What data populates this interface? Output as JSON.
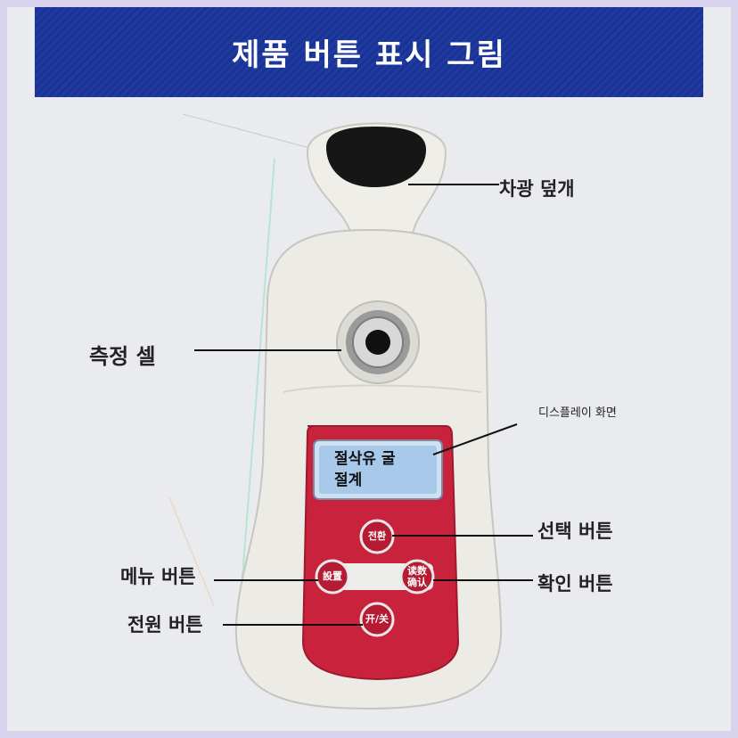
{
  "header": {
    "title": "제품 버튼 표시 그림"
  },
  "labels": {
    "shade_cover": "차광 덮개",
    "measuring_cell": "측정 셀",
    "display_screen": "디스플레이 화면",
    "select_button": "선택 버튼",
    "confirm_button": "확인 버튼",
    "menu_button": "메뉴 버튼",
    "power_button": "전원 버튼"
  },
  "display": {
    "line1": "절삭유 굴",
    "line2": "절계"
  },
  "device_buttons": {
    "select": "전환",
    "menu": "設置",
    "confirm_line1": "读数",
    "confirm_line2": "确认",
    "power": "开/关"
  },
  "colors": {
    "header_bg": "#1f3aa0",
    "device_body": "#ecebe6",
    "panel_red": "#c8223c",
    "screen_blue": "#a9c9ea"
  }
}
